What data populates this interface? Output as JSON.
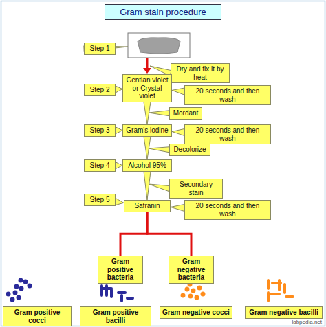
{
  "diagram": {
    "title": "Gram stain procedure",
    "nodes": [
      {
        "text": [
          "Step 1"
        ]
      },
      {
        "text": [
          "Dry and fix it by heat"
        ]
      },
      {
        "text": [
          "Step 2"
        ]
      },
      {
        "text": [
          "Gentian violet or Crystal violet"
        ]
      },
      {
        "text": [
          "20 seconds and then wash"
        ]
      },
      {
        "text": [
          "Mordant"
        ]
      },
      {
        "text": [
          "Step 3"
        ]
      },
      {
        "text": [
          "Gram's iodine"
        ]
      },
      {
        "text": [
          "20 seconds and then wash"
        ]
      },
      {
        "text": [
          "Decolorize"
        ]
      },
      {
        "text": [
          "Step 4"
        ]
      },
      {
        "text": [
          "Alcohol 95%"
        ]
      },
      {
        "text": [
          "Secondary stain"
        ]
      },
      {
        "text": [
          "Step 5"
        ]
      },
      {
        "text": [
          "Safranin"
        ]
      },
      {
        "text": [
          "20 seconds and then wash"
        ]
      },
      {
        "text": [
          "Gram positive bacteria"
        ]
      },
      {
        "text": [
          "Gram negative bacteria"
        ]
      },
      {
        "text": [
          "Gram positive cocci"
        ]
      },
      {
        "text": [
          "Gram positive bacilli"
        ]
      },
      {
        "text": [
          "Gram negative cocci"
        ]
      },
      {
        "text": [
          "Gram negative bacilli"
        ]
      }
    ],
    "edges": [
      {
        "from": 2,
        "to": 3,
        "arrow": "none"
      },
      {
        "from": 6,
        "to": 7,
        "arrow": "none"
      },
      {
        "from": 10,
        "to": 11,
        "arrow": "none"
      },
      {
        "from": 13,
        "to": 14,
        "arrow": "none"
      },
      {
        "from": 4,
        "to": 3,
        "arrow": "none"
      },
      {
        "from": 8,
        "to": 7,
        "arrow": "none"
      },
      {
        "from": 15,
        "to": 14,
        "arrow": "none"
      },
      {
        "from": 3,
        "to": 7,
        "arrow": "none"
      },
      {
        "from": 7,
        "to": 11,
        "arrow": "none"
      },
      {
        "from": 11,
        "to": 14,
        "arrow": "none"
      },
      {
        "from": 14,
        "to": 16,
        "arrow": "none"
      },
      {
        "from": 14,
        "to": 17,
        "arrow": "none"
      }
    ],
    "labels": [
      "labpedia.net"
    ]
  }
}
